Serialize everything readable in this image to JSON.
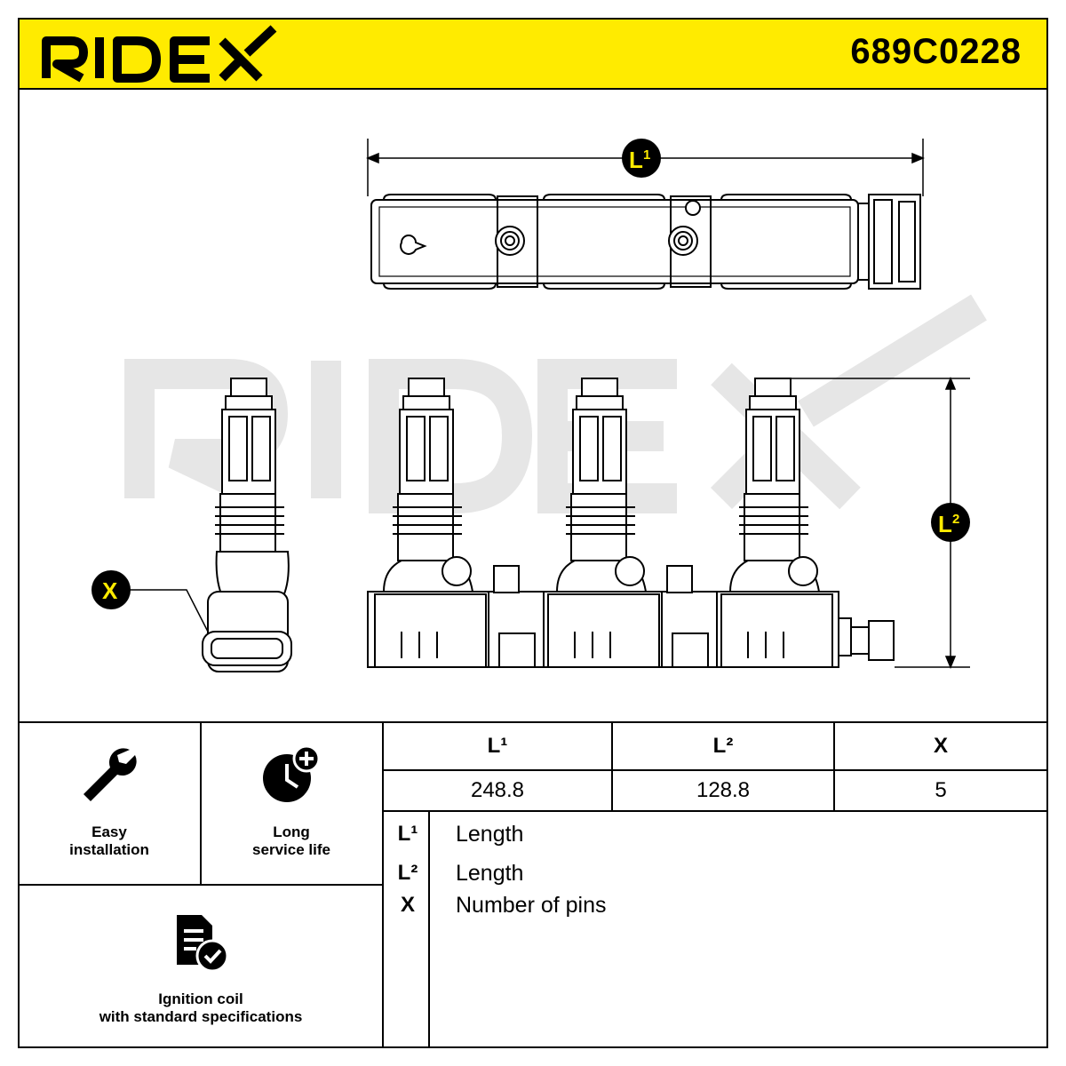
{
  "header": {
    "brand": "RIDEX",
    "part_number": "689C0228"
  },
  "drawing": {
    "watermark": "RIDEX",
    "labels": {
      "l1": "L",
      "l1_sup": "1",
      "l2": "L",
      "l2_sup": "2",
      "x": "X"
    }
  },
  "features": [
    {
      "icon": "wrench-icon",
      "line1": "Easy",
      "line2": "installation"
    },
    {
      "icon": "clock-plus-icon",
      "line1": "Long",
      "line2": "service life"
    },
    {
      "icon": "document-check-icon",
      "line1": "Ignition coil",
      "line2": "with standard specifications"
    }
  ],
  "table": {
    "headers": [
      "L¹",
      "L²",
      "X"
    ],
    "values": [
      "248.8",
      "128.8",
      "5"
    ]
  },
  "legend": [
    {
      "key": "L¹",
      "desc": "Length"
    },
    {
      "key": "L²",
      "desc": "Length"
    },
    {
      "key": "X",
      "desc": "Number of pins"
    }
  ],
  "colors": {
    "accent": "#ffeb00",
    "line": "#000000",
    "watermark": "#e8e8e8"
  }
}
